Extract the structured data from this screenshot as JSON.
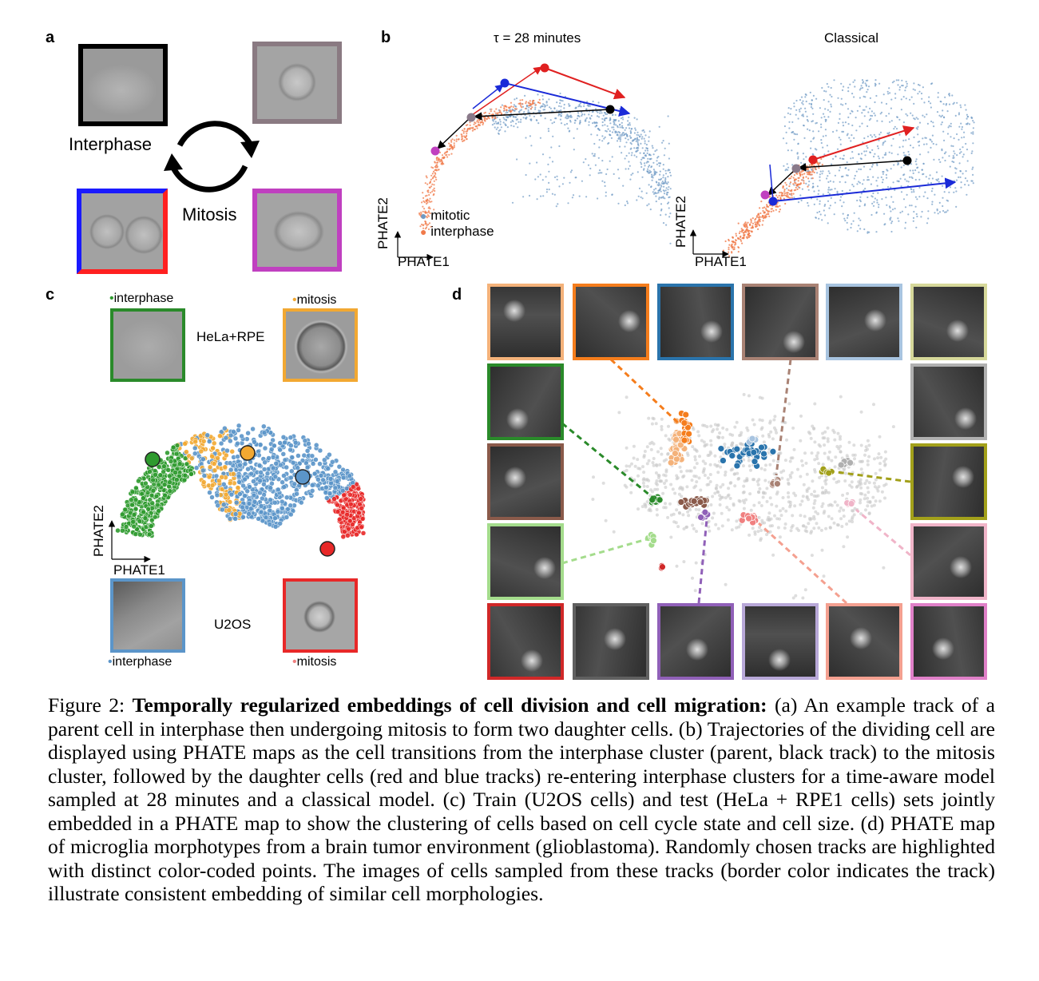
{
  "panels": {
    "a": {
      "label": "a",
      "interphase_label": "Interphase",
      "mitosis_label": "Mitosis",
      "colors": {
        "parent": "#000000",
        "mitosis": "#8a7a82",
        "daughter_left": "#1a1aff",
        "daughter_right": "#ff2020",
        "late": "#c040c0"
      }
    },
    "b": {
      "label": "b",
      "left_title": "τ =  28 minutes",
      "right_title": "Classical",
      "legend": [
        "mitotic",
        "interphase"
      ],
      "axis_x": "PHATE1",
      "axis_y": "PHATE2",
      "colors": {
        "mitotic": "#6f9ac4",
        "interphase": "#f07a4a",
        "track_parent": "#000000",
        "track_d1": "#e02020",
        "track_d2": "#1a2ad8",
        "mid": "#8a7a8a",
        "end": "#c040c0"
      }
    },
    "c": {
      "label": "c",
      "top_left_tag": "interphase",
      "top_right_tag": "mitosis",
      "top_group": "HeLa+RPE",
      "bottom_group": "U2OS",
      "bottom_left_tag": "interphase",
      "bottom_right_tag": "mitosis",
      "axis_x": "PHATE1",
      "axis_y": "PHATE2",
      "colors": {
        "green": "#2e9a2e",
        "orange": "#f2a832",
        "blue": "#5b95c9",
        "red": "#e82828",
        "pink": "#f08080"
      }
    },
    "d": {
      "label": "d",
      "top_row_colors": [
        "#f4b27a",
        "#f57d1c",
        "#2a74ac",
        "#a98274",
        "#a8c4e0",
        "#d6d89a"
      ],
      "left_col_colors": [
        "#2a8a2a",
        "#8a5a4a",
        "#a4dc8c"
      ],
      "right_col_colors": [
        "#b0b0b0",
        "#a2a01a",
        "#f0b4c8"
      ],
      "bottom_row_colors": [
        "#d02828",
        "#606060",
        "#9060b8",
        "#b8a8d8",
        "#f4a090",
        "#e080c8"
      ]
    }
  },
  "caption": {
    "prefix": "Figure 2: ",
    "bold": "Temporally regularized embeddings of cell division and cell migration:",
    "body": " (a) An example track of a parent cell in interphase then undergoing mitosis to form two daughter cells. (b) Trajectories of the dividing cell are displayed using PHATE maps as the cell transitions from the interphase cluster (parent, black track) to the mitosis cluster, followed by the daughter cells (red and blue tracks) re-entering interphase clusters for a time-aware model sampled at 28 minutes and a classical model.  (c) Train (U2OS cells) and test (HeLa + RPE1 cells) sets jointly embedded in a PHATE map to show the clustering of cells based on cell cycle state and cell size.  (d) PHATE map of microglia morphotypes from a brain tumor environment (glioblastoma). Randomly chosen tracks are highlighted with distinct color-coded points. The images of cells sampled from these tracks (border color indicates the track) illustrate consistent embedding of similar cell morphologies."
  }
}
